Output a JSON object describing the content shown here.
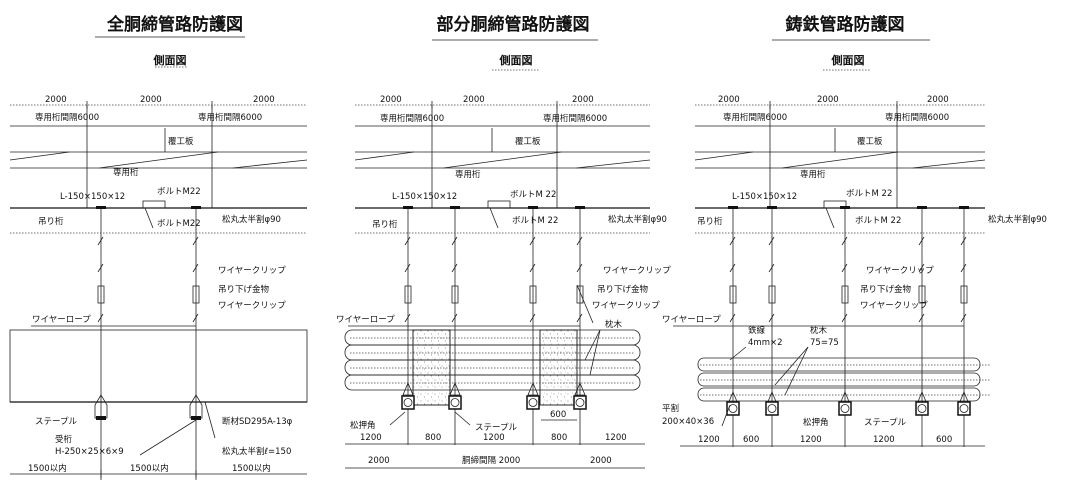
{
  "panels": [
    {
      "title": "全胴締管路防護図",
      "subtitle": "側面図",
      "dim_top": [
        "2000",
        "2000",
        "2000"
      ],
      "girder_spacing": [
        "専用桁間隔6000",
        "専用桁間隔6000"
      ],
      "cover_plate": "覆工板",
      "dedicated_girder": "専用桁",
      "angle": "L-150×150×12",
      "bolt_upper": "ボルトM22",
      "bolt_lower": "ボルトM22",
      "hanging_girder": "吊り桁",
      "half_log": "松丸太半割φ90",
      "wire_clip_1": "ワイヤークリップ",
      "hanger": "吊り下げ金物",
      "wire_clip_2": "ワイヤークリップ",
      "wire_rope": "ワイヤーロープ",
      "staple": "ステープル",
      "receiving_girder": "受桁",
      "h_beam": "H-250×25×6×9",
      "rebar": "断材SD295A-13φ",
      "log_length": "松丸太半割ℓ=150",
      "dim_bottom": [
        "1500以内",
        "1500以内",
        "1500以内"
      ]
    },
    {
      "title": "部分胴締管路防護図",
      "subtitle": "側面図",
      "dim_top": [
        "2000",
        "2000",
        "2000"
      ],
      "girder_spacing": [
        "専用桁間隔6000",
        "専用桁間隔6000"
      ],
      "cover_plate": "覆工板",
      "dedicated_girder": "専用桁",
      "angle": "L-150×150×12",
      "bolt_upper": "ボルトM 22",
      "bolt_lower": "ボルトM 22",
      "hanging_girder": "吊り桁",
      "half_log": "松丸太半割φ90",
      "wire_clip_1": "ワイヤークリップ",
      "hanger": "吊り下げ金物",
      "wire_clip_2": "ワイヤークリップ",
      "wire_rope": "ワイヤーロープ",
      "sleeper": "枕木",
      "pine_square": "松押角",
      "staple": "ステープル",
      "block_width": "600",
      "dim_bottom": [
        "1200",
        "800",
        "1200",
        "800",
        "1200"
      ],
      "dim_bottom2": [
        "2000",
        "胴締間隔 2000",
        "2000"
      ]
    },
    {
      "title": "鋳鉄管路防護図",
      "subtitle": "側面図",
      "dim_top": [
        "2000",
        "2000",
        "2000"
      ],
      "girder_spacing": [
        "専用桁間隔6000",
        "専用桁間隔6000"
      ],
      "cover_plate": "覆工板",
      "dedicated_girder": "専用桁",
      "angle": "L-150×150×12",
      "bolt_upper": "ボルトM 22",
      "bolt_lower": "ボルトM 22",
      "hanging_girder": "吊り桁",
      "half_log": "松丸太半割φ90",
      "wire_clip_1": "ワイヤークリップ",
      "hanger": "吊り下げ金物",
      "wire_clip_2": "ワイヤークリップ",
      "wire_rope": "ワイヤーロープ",
      "iron_wire": "鉄線",
      "iron_wire_spec": "4mm×2",
      "sleeper": "枕木",
      "sleeper_spec": "75=75",
      "flat_split": "平割",
      "flat_split_spec": "200×40×36",
      "pine_square": "松押角",
      "staple": "ステープル",
      "dim_bottom": [
        "1200",
        "600",
        "1200",
        "1200",
        "600"
      ]
    }
  ]
}
